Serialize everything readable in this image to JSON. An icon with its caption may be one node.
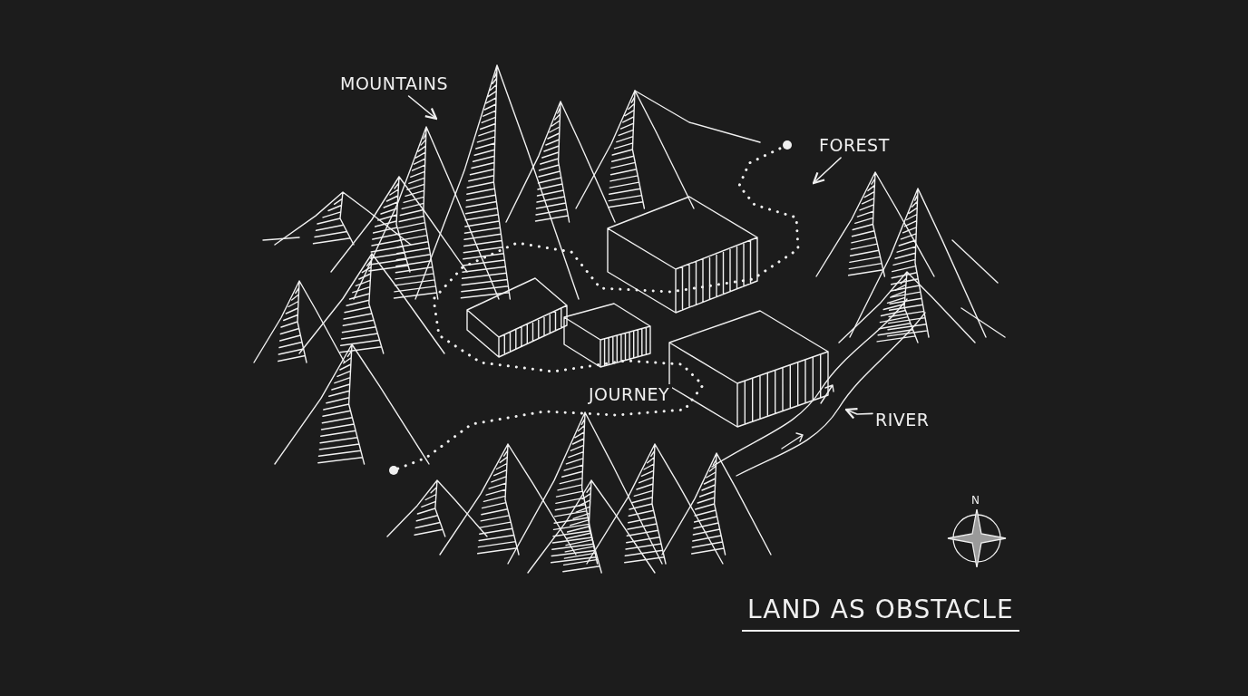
{
  "diagram": {
    "title": "LAND AS OBSTACLE",
    "nodes": [
      {
        "text": [
          "MOUNTAINS"
        ]
      },
      {
        "text": [
          "FOREST"
        ]
      },
      {
        "text": [
          "RIVER"
        ]
      },
      {
        "text": [],
        "shape": "circle"
      },
      {
        "text": [],
        "shape": "circle"
      }
    ],
    "edges": [
      {
        "from": 0,
        "to": null,
        "arrow": "to"
      },
      {
        "from": 1,
        "to": null,
        "arrow": "to"
      },
      {
        "from": 2,
        "to": null,
        "arrow": "to"
      },
      {
        "from": 3,
        "to": 4,
        "arrow": "none",
        "style": "dashed",
        "label": "JOURNEY"
      }
    ],
    "labels": [
      "N"
    ]
  }
}
